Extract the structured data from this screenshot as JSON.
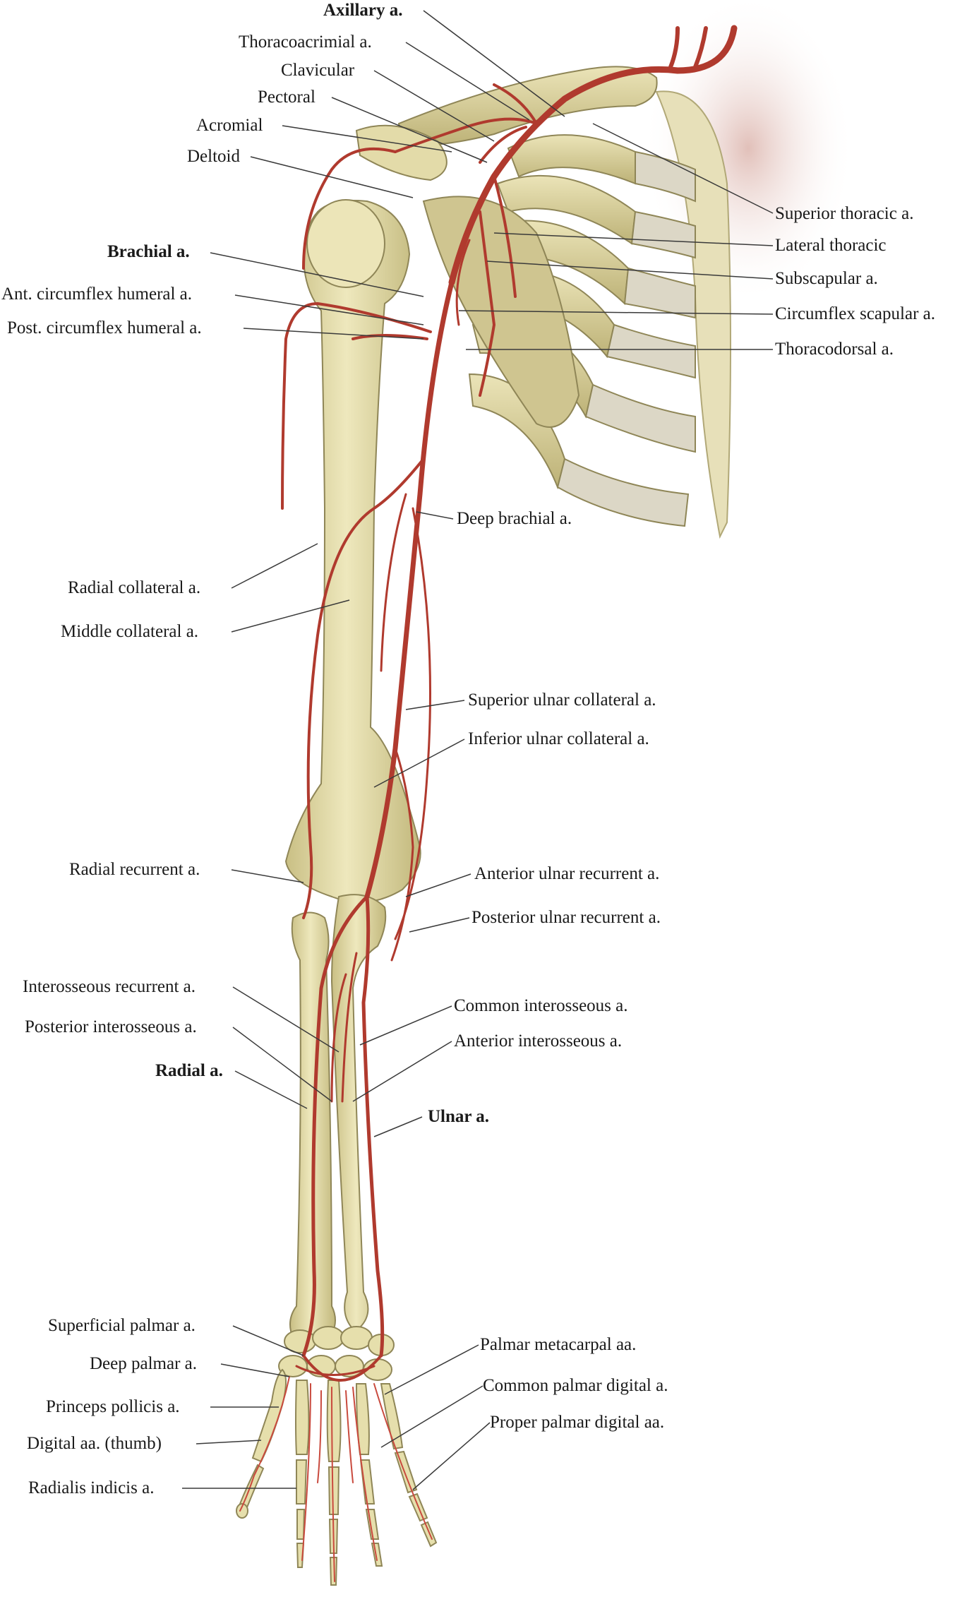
{
  "colors": {
    "bone": "#e6dfac",
    "bone_shadow": "#c7bd82",
    "bone_outline": "#8f8657",
    "cartilage": "#d9d4c4",
    "artery": "#b03a2e",
    "artery_light": "#d9655a",
    "leader": "#3a3a3a",
    "thorax_shade": "#d8b7ae"
  },
  "labels": {
    "axillary": "Axillary a.",
    "thoracoacrimial": "Thoracoacrimial a.",
    "clavicular": "Clavicular",
    "pectoral": "Pectoral",
    "acromial": "Acromial",
    "deltoid": "Deltoid",
    "superior_thoracic": "Superior thoracic a.",
    "lateral_thoracic": "Lateral thoracic",
    "subscapular": "Subscapular a.",
    "circumflex_scapular": "Circumflex scapular a.",
    "thoracodorsal": "Thoracodorsal a.",
    "brachial": "Brachial a.",
    "ant_circumflex_humeral": "Ant. circumflex humeral a.",
    "post_circumflex_humeral": "Post. circumflex humeral a.",
    "deep_brachial": "Deep brachial a.",
    "radial_collateral": "Radial collateral a.",
    "middle_collateral": "Middle collateral a.",
    "superior_ulnar_collateral": "Superior ulnar collateral a.",
    "inferior_ulnar_collateral": "Inferior ulnar collateral a.",
    "radial_recurrent": "Radial recurrent a.",
    "anterior_ulnar_recurrent": "Anterior ulnar recurrent a.",
    "posterior_ulnar_recurrent": "Posterior ulnar recurrent a.",
    "interosseous_recurrent": "Interosseous recurrent a.",
    "posterior_interosseous": "Posterior interosseous a.",
    "common_interosseous": "Common interosseous a.",
    "anterior_interosseous": "Anterior interosseous a.",
    "radial": "Radial a.",
    "ulnar": "Ulnar a.",
    "superficial_palmar": "Superficial palmar a.",
    "deep_palmar": "Deep palmar a.",
    "princeps_pollicis": "Princeps pollicis a.",
    "digital_thumb": "Digital aa. (thumb)",
    "radialis_indicis": "Radialis indicis a.",
    "palmar_metacarpal": "Palmar metacarpal aa.",
    "common_palmar_digital": "Common palmar digital a.",
    "proper_palmar_digital": "Proper palmar digital aa."
  }
}
